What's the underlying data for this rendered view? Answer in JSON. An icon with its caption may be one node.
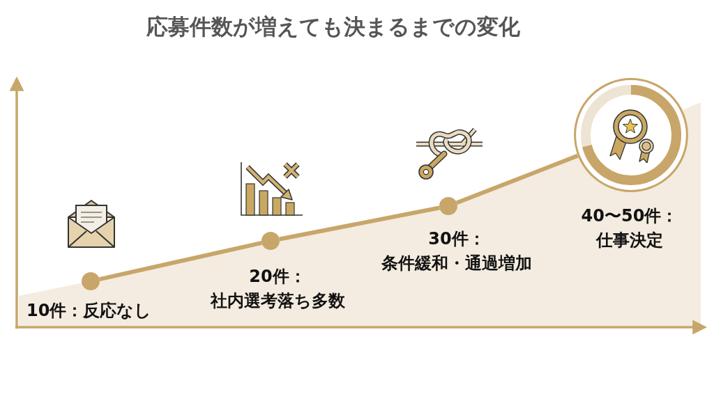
{
  "diagram": {
    "title": "応募件数が増えても決まるまでの変化",
    "nodes": [
      {
        "text": [],
        "shape": "circle",
        "beside": [
          "10件：反応なし"
        ]
      },
      {
        "text": [],
        "shape": "circle",
        "beside": [
          "20件：",
          "社内選考落ち多数"
        ]
      },
      {
        "text": [],
        "shape": "circle",
        "beside": [
          "30件：",
          "条件緩和・通過増加"
        ]
      },
      {
        "text": [],
        "shape": "circle",
        "beside": [
          "40〜50件：",
          "仕事決定"
        ]
      }
    ],
    "edges": [
      {
        "from": 0,
        "to": 1,
        "arrow": "none"
      },
      {
        "from": 1,
        "to": 2,
        "arrow": "none"
      },
      {
        "from": 2,
        "to": 3,
        "arrow": "none"
      }
    ]
  }
}
